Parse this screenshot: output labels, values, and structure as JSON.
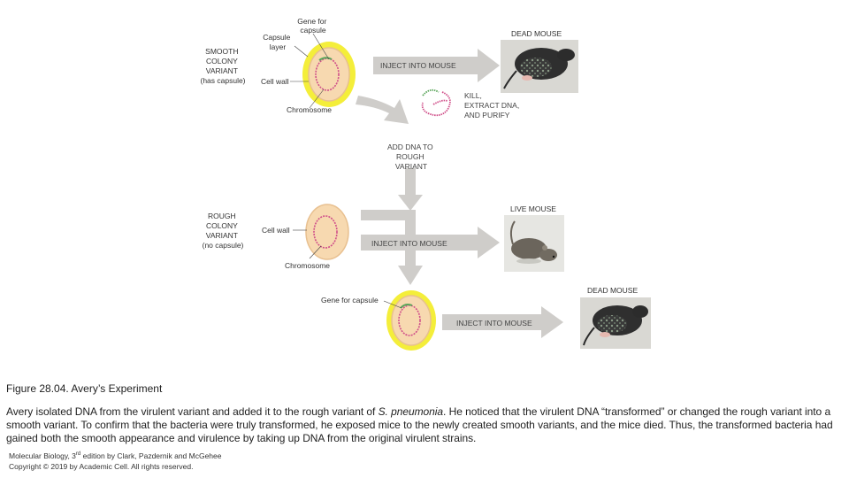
{
  "figure": {
    "smooth_variant": {
      "label_lines": [
        "SMOOTH",
        "COLONY",
        "VARIANT",
        "(has capsule)"
      ],
      "gene_label_lines": [
        "Gene for",
        "capsule"
      ],
      "capsule_label_lines": [
        "Capsule",
        "layer"
      ],
      "cell_wall_label": "Cell wall",
      "chromosome_label": "Chromosome"
    },
    "inject_1": "INJECT INTO MOUSE",
    "dead_mouse_1": "DEAD MOUSE",
    "kill_label_lines": [
      "KILL,",
      "EXTRACT DNA,",
      "AND PURIFY"
    ],
    "add_dna_lines": [
      "ADD DNA TO",
      "ROUGH",
      "VARIANT"
    ],
    "rough_variant": {
      "label_lines": [
        "ROUGH",
        "COLONY",
        "VARIANT",
        "(no capsule)"
      ],
      "cell_wall_label": "Cell wall",
      "chromosome_label": "Chromosome"
    },
    "inject_2": "INJECT INTO MOUSE",
    "live_mouse": "LIVE MOUSE",
    "transformed": {
      "gene_label": "Gene for capsule"
    },
    "inject_3": "INJECT INTO MOUSE",
    "dead_mouse_2": "DEAD MOUSE",
    "colors": {
      "capsule": "#f4ee3a",
      "cell": "#f7d9b0",
      "chromosome": "#d0508a",
      "gene": "#5aa55a",
      "arrow": "#cfcdca"
    }
  },
  "caption": {
    "title": "Figure 28.04. Avery’s Experiment",
    "body_before": "Avery isolated DNA from the virulent variant and added it to the rough variant of ",
    "species": "S. pneumonia",
    "body_after": ". He noticed that the virulent DNA “transformed” or changed the rough variant into a smooth variant. To confirm that the bacteria were truly transformed, he exposed mice to the newly created smooth variants, and the mice died. Thus, the transformed bacteria had gained both the smooth appearance and virulence by taking up DNA from the original virulent strains."
  },
  "credits": {
    "line1_before": "Molecular Biology, 3",
    "line1_sup": "rd",
    "line1_after": " edition by Clark, Pazdernik and  McGehee",
    "line2": "Copyright © 2019 by Academic Cell. All rights reserved."
  }
}
